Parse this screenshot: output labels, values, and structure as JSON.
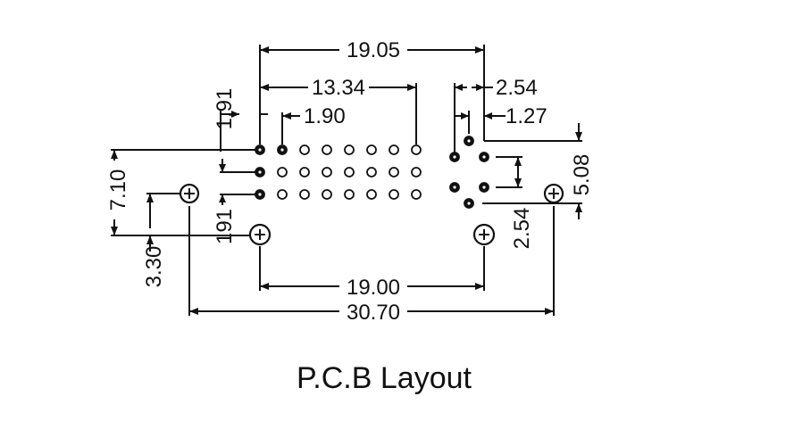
{
  "title": "P.C.B Layout",
  "dimensions": {
    "d_19_05": "19.05",
    "d_13_34": "13.34",
    "d_1_90": "1.90",
    "d_1_91_top": "1.91",
    "d_2_54_top": "2.54",
    "d_1_27": "1.27",
    "d_5_08": "5.08",
    "d_7_10": "7.10",
    "d_191": "191",
    "d_3_30": "3.30",
    "d_2_54_right": "2.54",
    "d_19_00": "19.00",
    "d_30_70": "30.70"
  },
  "colors": {
    "ink": "#111111",
    "paper": "#ffffff"
  }
}
